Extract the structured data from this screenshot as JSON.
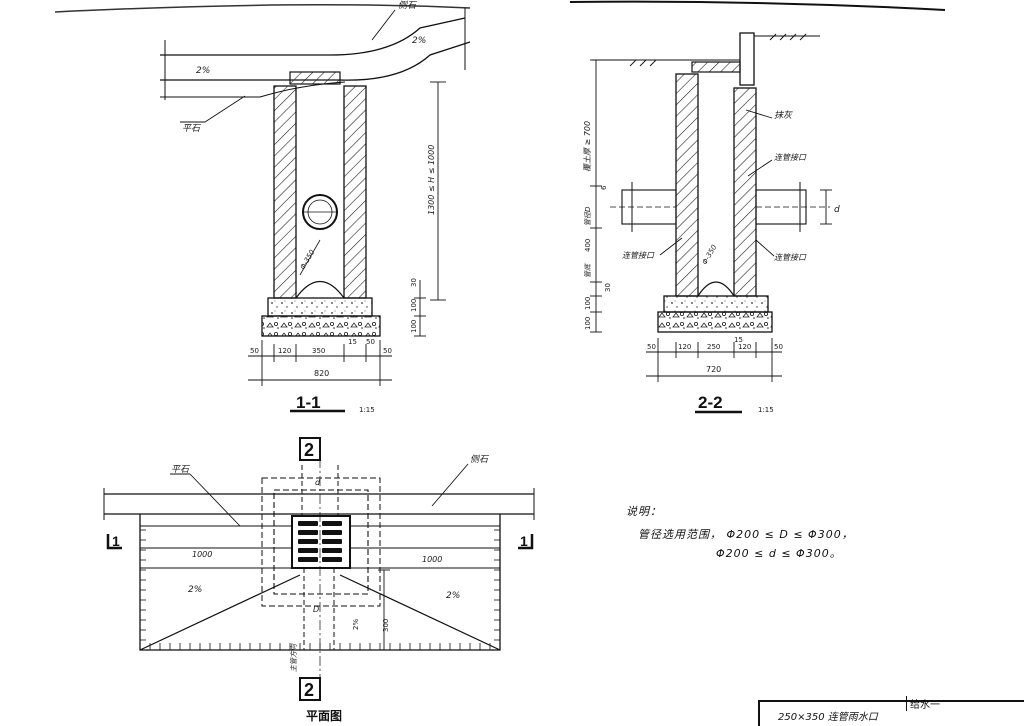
{
  "drawings": {
    "section_1_1": {
      "title": "1-1",
      "scale": "1:15",
      "labels": {
        "curb": "侧石",
        "curb_stone": "平石",
        "slope_left": "2%",
        "slope_right": "2%",
        "pipe_dia": "Φ-350"
      },
      "dims": {
        "height_range": "1300 ≤ H ≤ 1000",
        "d30": "30",
        "d100a": "100",
        "d100b": "100",
        "bottom_parts": [
          "50",
          "120",
          "350",
          "15",
          "50",
          "50"
        ],
        "total": "820"
      }
    },
    "section_2_2": {
      "title": "2-2",
      "scale": "1:15",
      "labels": {
        "brick": "抹灰",
        "pipe_top": "连管接口",
        "pipe_left": "连管接口",
        "pipe_right": "连管接口",
        "pipe_dia": "Φ-350",
        "d": "d"
      },
      "dims": {
        "cover_depth": "覆土厚 ≥ 700",
        "pipe_D": "管径D",
        "six": "6",
        "d400": "400",
        "top_a": "管底",
        "d30": "30",
        "d100a": "100",
        "d100b": "100",
        "bottom_parts": [
          "50",
          "120",
          "250",
          "15",
          "120",
          "50"
        ],
        "total": "720"
      }
    },
    "plan": {
      "title": "平面图",
      "section_marks": {
        "top": "2",
        "bottom": "2",
        "left": "1",
        "right": "1"
      },
      "labels": {
        "curb_stone": "平石",
        "curb": "侧石",
        "slope_left": "2%",
        "slope_right": "2%",
        "slope_mid": "2%",
        "len_left": "1000",
        "len_right": "1000",
        "d_top": "d",
        "d_bottom": "D",
        "dim_300": "300",
        "outlet": "主管方向"
      }
    }
  },
  "notes": {
    "heading": "说明：",
    "line1": "管径选用范围，  Φ200 ≤ D ≤ Φ300，",
    "line2": "Φ200 ≤ d ≤ Φ300。"
  },
  "title_block": {
    "name": "250×350 连管雨水口",
    "code": "给水一"
  }
}
